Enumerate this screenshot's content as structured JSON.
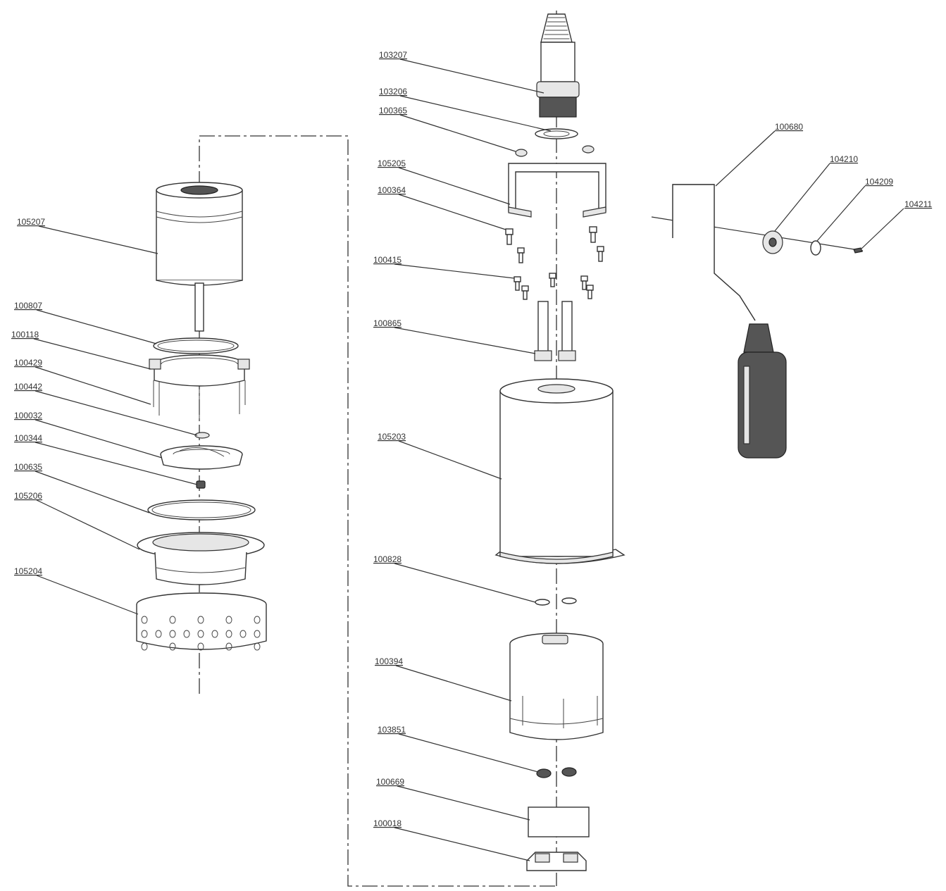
{
  "labels": {
    "p103207": "103207",
    "p103206": "103206",
    "p100365": "100365",
    "p105205": "105205",
    "p100364": "100364",
    "p100415": "100415",
    "p100865": "100865",
    "p105203": "105203",
    "p100828": "100828",
    "p100394": "100394",
    "p103851": "103851",
    "p100669": "100669",
    "p100018": "100018",
    "p105207": "105207",
    "p100807": "100807",
    "p100118": "100118",
    "p100429": "100429",
    "p100442": "100442",
    "p100032": "100032",
    "p100344": "100344",
    "p100635": "100635",
    "p105206": "105206",
    "p105204": "105204",
    "p100680": "100680",
    "p104210": "104210",
    "p104209": "104209",
    "p104211": "104211"
  }
}
